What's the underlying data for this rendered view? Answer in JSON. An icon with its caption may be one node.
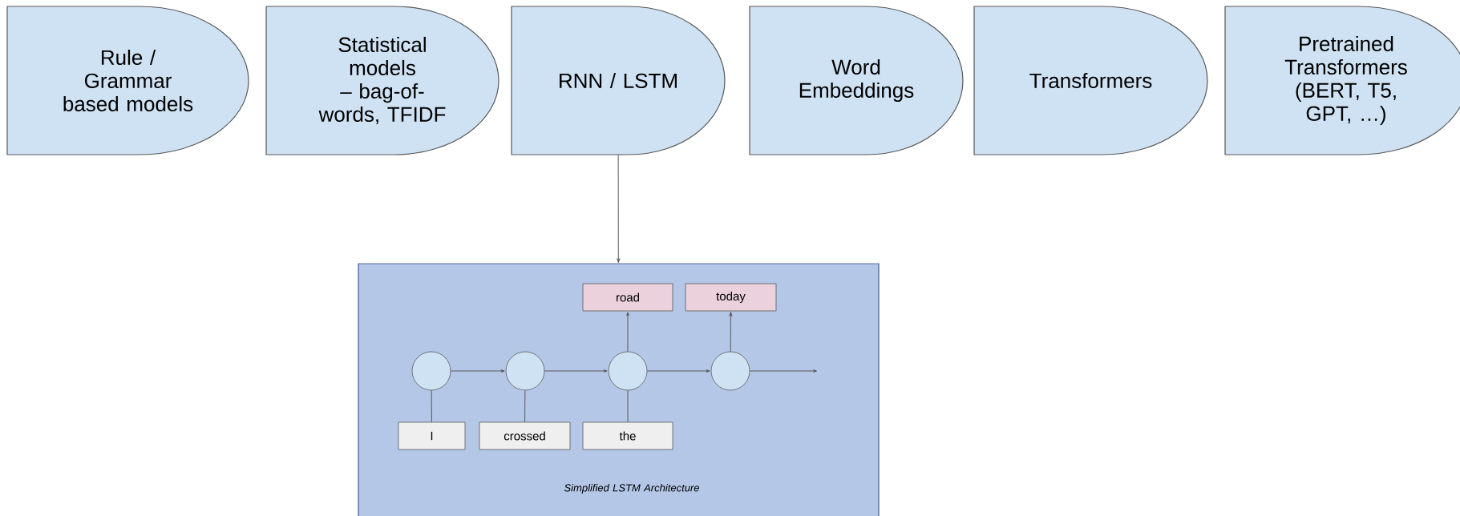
{
  "diagram": {
    "nodes": [
      {
        "text": [
          "Rule / Grammar based models"
        ]
      },
      {
        "text": [
          "Statistical models – bag-of-words, TFIDF"
        ]
      },
      {
        "text": [
          "RNN / LSTM"
        ]
      },
      {
        "text": [
          "Word Embeddings"
        ]
      },
      {
        "text": [
          "Transformers"
        ]
      },
      {
        "text": [
          "Pretrained Transformers (BERT, T5, GPT, …)"
        ]
      },
      {
        "text": [
          "Simplified LSTM Architecture"
        ]
      },
      {
        "text": [
          "road"
        ],
        "in": 6
      },
      {
        "text": [
          "today"
        ],
        "in": 6
      },
      {
        "text": [],
        "shape": "circle",
        "in": 6
      },
      {
        "text": [],
        "shape": "circle",
        "in": 6
      },
      {
        "text": [],
        "shape": "circle",
        "in": 6
      },
      {
        "text": [],
        "shape": "circle",
        "in": 6
      },
      {
        "text": [
          "I"
        ],
        "in": 6
      },
      {
        "text": [
          "crossed"
        ],
        "in": 6
      },
      {
        "text": [
          "the"
        ],
        "in": 6
      }
    ],
    "edges": [
      {
        "from": 2,
        "to": 6,
        "arrow": "to"
      },
      {
        "from": 13,
        "to": 9,
        "arrow": "none"
      },
      {
        "from": 14,
        "to": 10,
        "arrow": "none"
      },
      {
        "from": 15,
        "to": 11,
        "arrow": "none"
      },
      {
        "from": 9,
        "to": 10,
        "arrow": "to"
      },
      {
        "from": 10,
        "to": 11,
        "arrow": "to"
      },
      {
        "from": 11,
        "to": 12,
        "arrow": "to"
      },
      {
        "from": 11,
        "to": 7,
        "arrow": "to"
      },
      {
        "from": 12,
        "to": 8,
        "arrow": "to"
      },
      {
        "from": 12,
        "to": null,
        "arrow": "to"
      }
    ]
  }
}
